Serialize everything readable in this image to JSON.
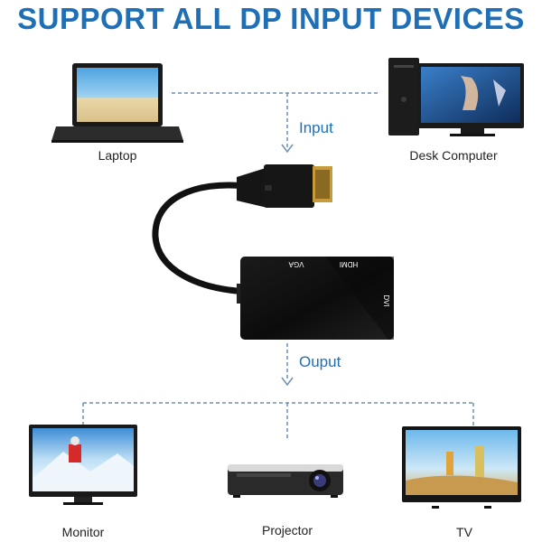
{
  "title": "SUPPORT ALL DP INPUT DEVICES",
  "flow": {
    "input_label": "Input",
    "output_label": "Ouput"
  },
  "inputs": [
    {
      "label": "Laptop",
      "icon": "laptop-icon"
    },
    {
      "label": "Desk Computer",
      "icon": "desktop-computer-icon"
    }
  ],
  "adapter": {
    "ports": [
      "VGA",
      "HDMI",
      "DVI"
    ]
  },
  "outputs": [
    {
      "label": "Monitor",
      "icon": "monitor-icon"
    },
    {
      "label": "Projector",
      "icon": "projector-icon"
    },
    {
      "label": "TV",
      "icon": "tv-icon"
    }
  ],
  "colors": {
    "accent": "#1e6fb6",
    "dashed_line": "#6f8fae",
    "device": "#1a1a1a"
  }
}
